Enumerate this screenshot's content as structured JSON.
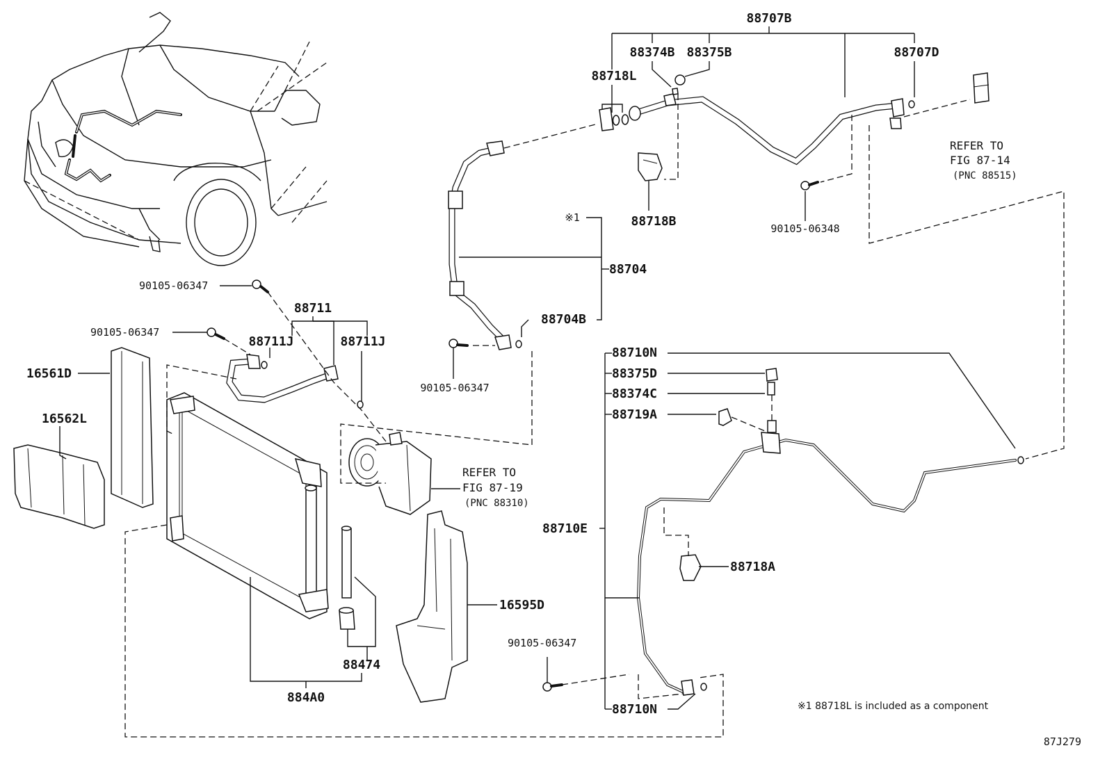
{
  "labels": {
    "p88707B": "88707B",
    "p88374B": "88374B",
    "p88375B": "88375B",
    "p88707D": "88707D",
    "p88718L": "88718L",
    "p88718B": "88718B",
    "p90105_06348": "90105-06348",
    "asterisk": "※1",
    "p88704": "88704",
    "p88704B": "88704B",
    "p90105_06347_a": "90105-06347",
    "p90105_06347_b": "90105-06347",
    "p90105_06347_c": "90105-06347",
    "p90105_06347_d": "90105-06347",
    "p88711": "88711",
    "p88711J_a": "88711J",
    "p88711J_b": "88711J",
    "p16561D": "16561D",
    "p16562L": "16562L",
    "p88710N_top": "88710N",
    "p88375D": "88375D",
    "p88374C": "88374C",
    "p88719A": "88719A",
    "p88710E": "88710E",
    "p88718A": "88718A",
    "p16595D": "16595D",
    "p88474": "88474",
    "p884A0": "884A0",
    "p88710N_bottom": "88710N"
  },
  "references": {
    "ref1_line1": "REFER TO",
    "ref1_line2": "FIG 87-14",
    "ref1_line3": "(PNC 88515)",
    "ref2_line1": "REFER TO",
    "ref2_line2": "FIG 87-19",
    "ref2_line3": "(PNC 88310)"
  },
  "footnote": "※1 88718L is included as a component",
  "diagram_code": "87J279"
}
